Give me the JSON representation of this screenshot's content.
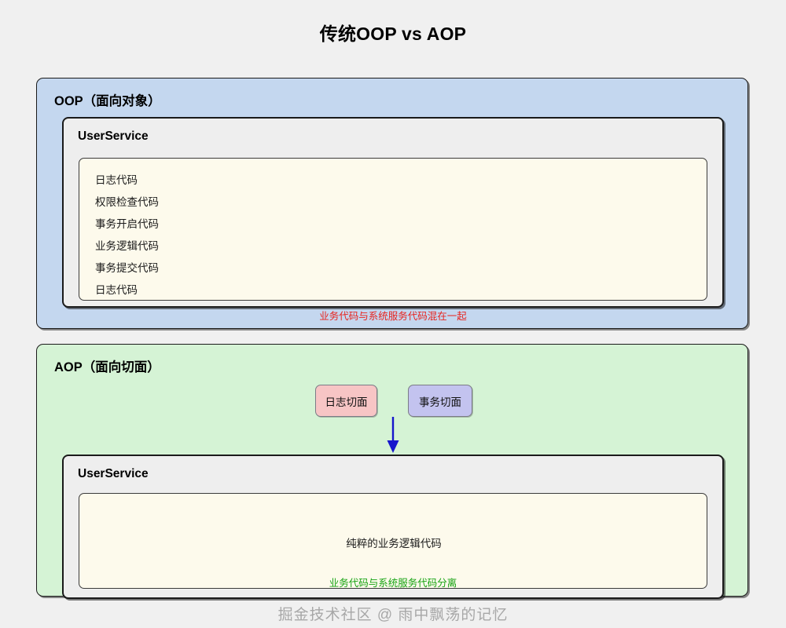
{
  "title": "传统OOP vs AOP",
  "oop": {
    "label": "OOP（面向对象）",
    "service_name": "UserService",
    "code_lines": [
      "日志代码",
      "权限检查代码",
      "事务开启代码",
      "业务逻辑代码",
      "事务提交代码",
      "日志代码"
    ],
    "note": "业务代码与系统服务代码混在一起",
    "note_color": "#e8241f",
    "panel_color": "#c4d7ef"
  },
  "aop": {
    "label": "AOP（面向切面）",
    "service_name": "UserService",
    "aspects": [
      {
        "label": "日志切面",
        "color": "#f7c5c5"
      },
      {
        "label": "事务切面",
        "color": "#c3c3ef"
      }
    ],
    "arrow": {
      "icon": "down-arrow-icon",
      "color": "#1616cc"
    },
    "code_text": "纯粹的业务逻辑代码",
    "note": "业务代码与系统服务代码分离",
    "note_color": "#16a312",
    "panel_color": "#d5f3d5"
  },
  "watermark": "掘金技术社区 @ 雨中飘荡的记忆"
}
